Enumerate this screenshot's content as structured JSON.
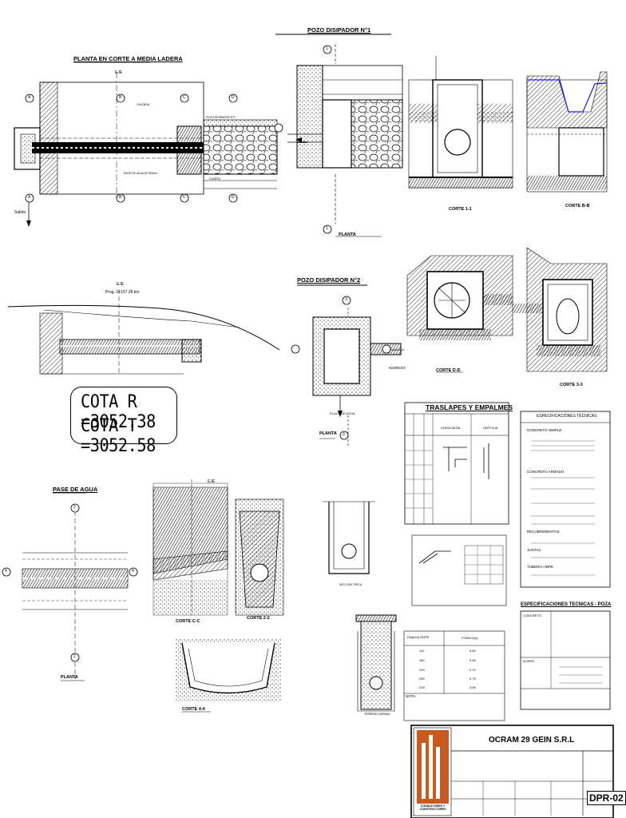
{
  "sheet": {
    "titles": {
      "planta_corte": "PLANTA EN CORTE A MEDIA LADERA",
      "pozo1": "POZO DISIPADOR N°1",
      "pozo2": "POZO DISIPADOR N°2",
      "pase_agua": "PASE DE AGUA",
      "traslapes": "TRASLAPES Y EMPALMES",
      "esp_tecnicas": "ESPECIFICACIONES TÉCNICAS",
      "esp_pozo": "ESPECIFICACIONES TECNICAS - POZA"
    },
    "labels": {
      "eje": "EJE",
      "eje2": "EJE",
      "eje3": "EJE",
      "salida": "Salida",
      "prog": "Prog. 0+157.28 km",
      "planta1": "PLANTA",
      "planta2": "PLANTA",
      "planta3": "PLANTA",
      "ingreso": "INGRESO",
      "flujo_agua": "FLUJO DE AGUA",
      "corte_11": "CORTE 1-1",
      "corte_bb": "CORTE B-B",
      "corte_dd": "CORTE D-D",
      "corte_33": "CORTE 3-3",
      "corte_cc": "CORTE C-C",
      "corte_22": "CORTE 2-2",
      "corte_44": "CORTE 4-4",
      "seccion_tipica": "SECCION TIPICA",
      "terreno_normal": "TERRENO NORMAL",
      "cuneta": "CUNETA",
      "pase_agua_label": "PASE DE AGUA Ø 250mm",
      "calzada": "CALZADA",
      "pozo_disipador_1": "POZO DISIPADOR N°1",
      "horizontal": "HORIZONTAL",
      "vertical": "VERTICAL",
      "nota": "NOTA:"
    },
    "cota": {
      "r": "COTA R =3052.38",
      "t": "COTA T =3052.58"
    },
    "markers": {
      "m1": "1",
      "m2": "2",
      "m3": "3",
      "m4": "4",
      "a": "A",
      "b": "B",
      "c": "C",
      "d": "D"
    },
    "especificaciones": [
      "CONCRETO SIMPLE",
      "CONCRETO ARMADO",
      "RECUBRIMIENTOS",
      "JUNTAS",
      "TUBERIA HDPE"
    ],
    "esp_pozo_rows": [
      "CONCRETO",
      "ACERO"
    ],
    "tabla_anchos": {
      "header": [
        "DN(mm) HDPE",
        "FONDO(m)"
      ],
      "rows": [
        [
          "110",
          "0.60"
        ],
        [
          "160",
          "0.65"
        ],
        [
          "200",
          "0.70"
        ],
        [
          "250",
          "0.75"
        ],
        [
          "315",
          "0.80"
        ]
      ]
    },
    "titleblock": {
      "company": "OCRAM 29 GEIN S.R.L",
      "logo_text": "CONSULTORES Y CONSTRUCTORES",
      "sheet_code": "DPR-02"
    }
  }
}
